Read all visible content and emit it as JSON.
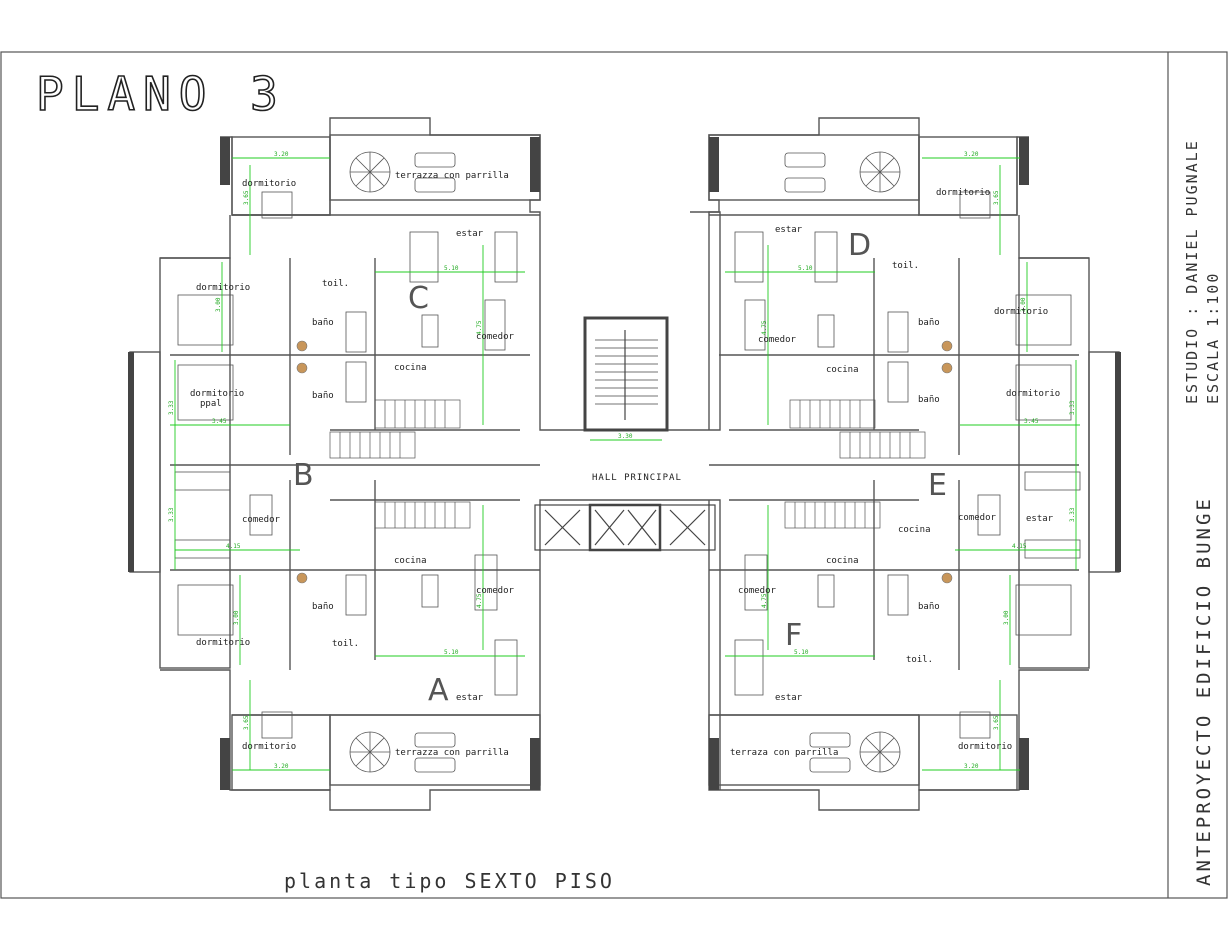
{
  "title": "PLANO 3",
  "subtitle": "planta tipo  SEXTO PISO",
  "hall": "HALL PRINCIPAL",
  "side_block": {
    "line1": "ESTUDIO : DANIEL PUGNALE",
    "line2": "ESCALA 1:100",
    "line3": "ANTEPROYECTO   EDIFICIO   BUNGE"
  },
  "units": [
    "C",
    "B",
    "A",
    "D",
    "E",
    "F"
  ],
  "rooms": {
    "dormitorio": "dormitorio",
    "dormitorio_ppal": "dormitorio",
    "ppal": "ppal",
    "bano": "baño",
    "toil": "toil.",
    "cocina": "cocina",
    "comedor": "comedor",
    "estar": "estar",
    "terraza": "terrazza con parrilla",
    "terraza_alt": "terraza con parrilla"
  },
  "dims": {
    "d320": "3.20",
    "d365": "3.65",
    "d510": "5.10",
    "d300": "3.00",
    "d333": "3.33",
    "d345": "3.45",
    "d475": "4.75",
    "d330": "3.30",
    "d415": "4.15"
  },
  "colors": {
    "ink": "#333333",
    "wall": "#555555",
    "dimension": "#22cc22",
    "bath_fixture": "#c8965a"
  }
}
